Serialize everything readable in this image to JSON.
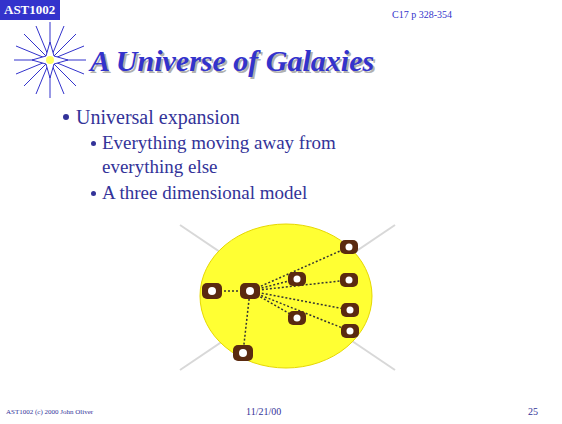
{
  "diagram": {
    "title": "A Universe of Galaxies",
    "labels": [
      "AST1002",
      "C17 p 328-354",
      "Universal expansion",
      "Everything moving away from everything else",
      "A three dimensional model",
      "AST1002 (c) 2000 John Oliver",
      "11/21/00",
      "25"
    ]
  }
}
